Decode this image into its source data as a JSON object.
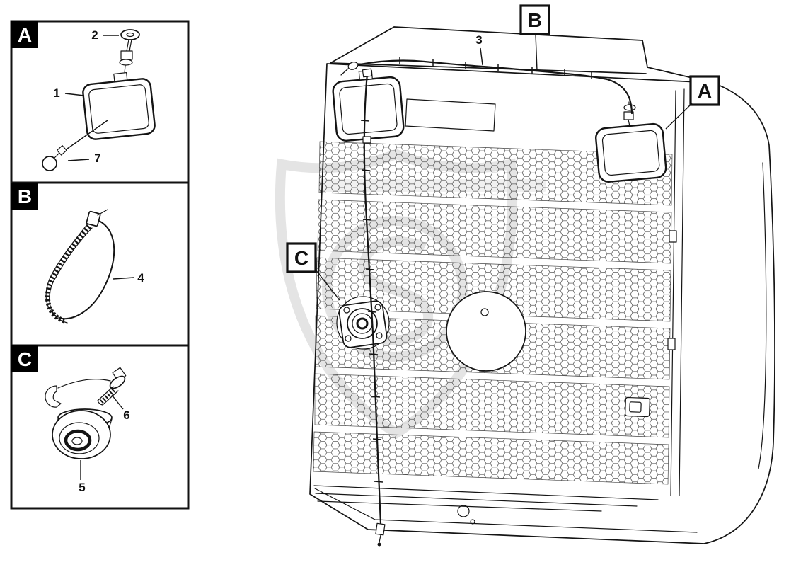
{
  "colors": {
    "line": "#141414",
    "mesh": "#5a5a5a",
    "watermark": "#d2d2d2",
    "label_background": "#000000",
    "label_foreground": "#ffffff"
  },
  "detail_panel": {
    "sections": [
      {
        "label": "A",
        "parts": [
          {
            "num": "2"
          },
          {
            "num": "1"
          },
          {
            "num": "7"
          }
        ]
      },
      {
        "label": "B",
        "parts": [
          {
            "num": "4"
          }
        ]
      },
      {
        "label": "C",
        "parts": [
          {
            "num": "6"
          },
          {
            "num": "5"
          }
        ]
      }
    ]
  },
  "main_view": {
    "harness_label": "3",
    "callouts": [
      {
        "label": "B"
      },
      {
        "label": "A"
      },
      {
        "label": "C"
      }
    ]
  }
}
